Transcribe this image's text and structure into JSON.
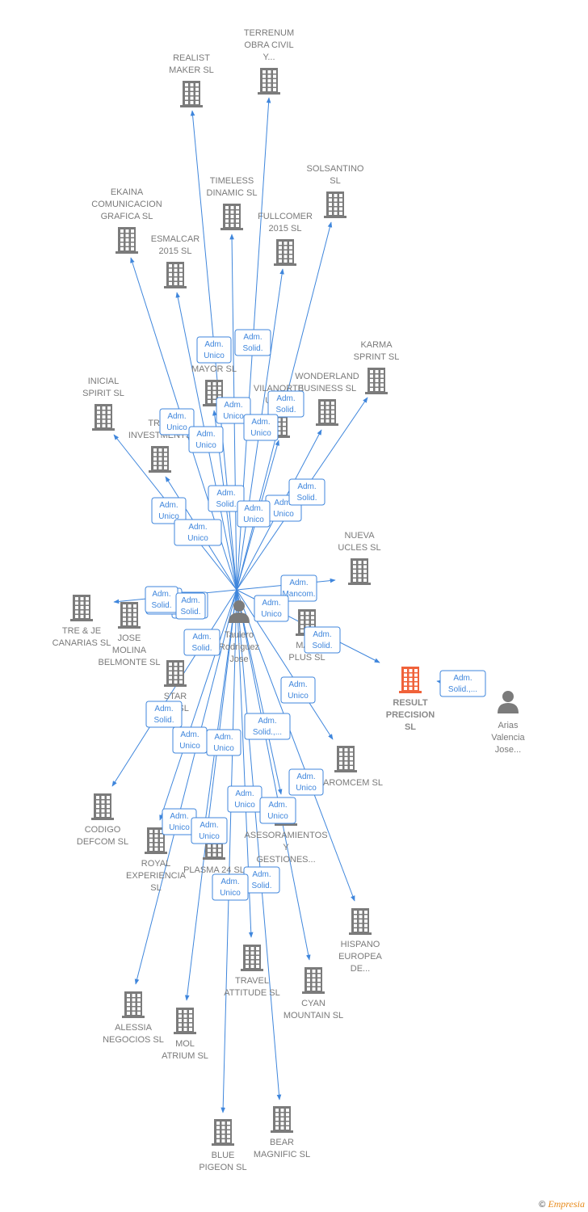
{
  "colors": {
    "edge": "#3f86dc",
    "building": "#7b7b7b",
    "focus": "#f0623a",
    "person": "#7b7b7b"
  },
  "footer": {
    "copyright": "©",
    "brand": "Empresia"
  },
  "nodes": [
    {
      "id": "terrenum",
      "type": "building",
      "lines": [
        "TERRENUM",
        "OBRA CIVIL",
        "Y..."
      ]
    },
    {
      "id": "realist",
      "type": "building",
      "lines": [
        "REALIST",
        "MAKER  SL"
      ]
    },
    {
      "id": "solsantino",
      "type": "building",
      "lines": [
        "SOLSANTINO",
        "SL"
      ]
    },
    {
      "id": "timeless",
      "type": "building",
      "lines": [
        "TIMELESS",
        "DINAMIC  SL"
      ]
    },
    {
      "id": "ekaina",
      "type": "building",
      "lines": [
        "EKAINA",
        "COMUNICACION",
        "GRAFICA  SL"
      ]
    },
    {
      "id": "fullcomer",
      "type": "building",
      "lines": [
        "FULLCOMER",
        "2015  SL"
      ]
    },
    {
      "id": "esmalcar",
      "type": "building",
      "lines": [
        "ESMALCAR",
        "2015  SL"
      ]
    },
    {
      "id": "karma",
      "type": "building",
      "lines": [
        "KARMA",
        "SPRINT  SL"
      ]
    },
    {
      "id": "mayor",
      "type": "building",
      "lines": [
        "MAYOR  SL"
      ]
    },
    {
      "id": "wonderland",
      "type": "building",
      "lines": [
        "WONDERLAND",
        "BUSINESS  SL"
      ]
    },
    {
      "id": "vilanorte",
      "type": "building",
      "lines": [
        "VILANORTE",
        "UNO..."
      ]
    },
    {
      "id": "inicial",
      "type": "building",
      "lines": [
        "INICIAL",
        "SPIRIT  SL"
      ]
    },
    {
      "id": "trex",
      "type": "building",
      "lines": [
        "TREX",
        "INVESTMENTS"
      ]
    },
    {
      "id": "nueva",
      "type": "building",
      "lines": [
        "NUEVA",
        "UCLES  SL"
      ]
    },
    {
      "id": "trejecanarias",
      "type": "building",
      "lines": [
        "TRE & JE",
        "CANARIAS  SL"
      ]
    },
    {
      "id": "josemolina",
      "type": "building",
      "lines": [
        "JOSE",
        "MOLINA",
        "BELMONTE  SL"
      ]
    },
    {
      "id": "mainplus",
      "type": "building",
      "lines": [
        "MAIN",
        "PLUS  SL"
      ]
    },
    {
      "id": "result",
      "type": "focus",
      "lines": [
        "RESULT",
        "PRECISION",
        "SL"
      ]
    },
    {
      "id": "arias",
      "type": "person",
      "lines": [
        "Arias",
        "Valencia",
        "Jose..."
      ]
    },
    {
      "id": "taulero",
      "type": "person",
      "lines": [
        "Taulero",
        "Rodriguez",
        "Jose"
      ]
    },
    {
      "id": "star",
      "type": "building",
      "lines": [
        "STAR",
        "...N  SL"
      ]
    },
    {
      "id": "aromcem",
      "type": "building",
      "lines": [
        "AROMCEM SL"
      ]
    },
    {
      "id": "codigo",
      "type": "building",
      "lines": [
        "CODIGO",
        "DEFCOM  SL"
      ]
    },
    {
      "id": "royal",
      "type": "building",
      "lines": [
        "ROYAL",
        "EXPERIENCIA",
        "SL"
      ]
    },
    {
      "id": "plasma",
      "type": "building",
      "lines": [
        "PLASMA 24 SL"
      ]
    },
    {
      "id": "asesoramientos",
      "type": "building",
      "lines": [
        "ASESORAMIENTOS",
        "Y",
        "GESTIONES..."
      ]
    },
    {
      "id": "hispano",
      "type": "building",
      "lines": [
        "HISPANO",
        "EUROPEA",
        "DE..."
      ]
    },
    {
      "id": "travel",
      "type": "building",
      "lines": [
        "TRAVEL",
        "ATTITUDE  SL"
      ]
    },
    {
      "id": "cyan",
      "type": "building",
      "lines": [
        "CYAN",
        "MOUNTAIN  SL"
      ]
    },
    {
      "id": "alessia",
      "type": "building",
      "lines": [
        "ALESSIA",
        "NEGOCIOS  SL"
      ]
    },
    {
      "id": "molatrium",
      "type": "building",
      "lines": [
        "MOL",
        "ATRIUM  SL"
      ]
    },
    {
      "id": "bluepigeon",
      "type": "building",
      "lines": [
        "BLUE",
        "PIGEON  SL"
      ]
    },
    {
      "id": "bearmagnific",
      "type": "building",
      "lines": [
        "BEAR",
        "MAGNIFIC  SL"
      ]
    }
  ],
  "edges": [
    {
      "from": "taulero",
      "to": "terrenum"
    },
    {
      "from": "taulero",
      "to": "realist"
    },
    {
      "from": "taulero",
      "to": "solsantino"
    },
    {
      "from": "taulero",
      "to": "timeless"
    },
    {
      "from": "taulero",
      "to": "ekaina"
    },
    {
      "from": "taulero",
      "to": "fullcomer"
    },
    {
      "from": "taulero",
      "to": "esmalcar"
    },
    {
      "from": "taulero",
      "to": "karma"
    },
    {
      "from": "taulero",
      "to": "mayor"
    },
    {
      "from": "taulero",
      "to": "wonderland"
    },
    {
      "from": "taulero",
      "to": "vilanorte"
    },
    {
      "from": "taulero",
      "to": "inicial"
    },
    {
      "from": "taulero",
      "to": "trex"
    },
    {
      "from": "taulero",
      "to": "nueva"
    },
    {
      "from": "taulero",
      "to": "trejecanarias"
    },
    {
      "from": "taulero",
      "to": "result"
    },
    {
      "from": "taulero",
      "to": "aromcem"
    },
    {
      "from": "taulero",
      "to": "codigo"
    },
    {
      "from": "taulero",
      "to": "royal"
    },
    {
      "from": "taulero",
      "to": "plasma"
    },
    {
      "from": "taulero",
      "to": "asesoramientos"
    },
    {
      "from": "taulero",
      "to": "hispano"
    },
    {
      "from": "taulero",
      "to": "travel"
    },
    {
      "from": "taulero",
      "to": "cyan"
    },
    {
      "from": "taulero",
      "to": "alessia"
    },
    {
      "from": "taulero",
      "to": "molatrium"
    },
    {
      "from": "taulero",
      "to": "bluepigeon"
    },
    {
      "from": "taulero",
      "to": "bearmagnific"
    },
    {
      "from": "arias",
      "to": "result"
    }
  ],
  "roles": [
    [
      "Adm.",
      "Unico"
    ],
    [
      "Adm.",
      "Solid."
    ],
    [
      "Adm.",
      "Unico"
    ],
    [
      "Adm.",
      "Solid."
    ],
    [
      "Adm.",
      "Unico"
    ],
    [
      "Adm.",
      "Unico"
    ],
    [
      "Adm.",
      "Unico"
    ],
    [
      "Adm.",
      "Unico"
    ],
    [
      "Adm.",
      "Solid."
    ],
    [
      "Adm.",
      "Unico"
    ],
    [
      "Adm.",
      "Unico"
    ],
    [
      "Adm.",
      "Solid."
    ],
    [
      "Adm.",
      "Unico"
    ],
    [
      "Adm.",
      "Mancom."
    ],
    [
      "Adm.",
      "Solid."
    ],
    [
      "Adm.",
      "Unico"
    ],
    [
      "Adm.",
      "Solid."
    ],
    [
      "Adm.",
      "Solid."
    ],
    [
      "Adm.",
      "Unico"
    ],
    [
      "Adm.",
      "Solid."
    ],
    [
      "Adm.",
      "Solid.,..."
    ],
    [
      "Adm.",
      "Unico"
    ],
    [
      "Adm.",
      "Solid.,..."
    ],
    [
      "Adm.",
      "Unico"
    ],
    [
      "Adm.",
      "Unico"
    ],
    [
      "Adm.",
      "Unico"
    ],
    [
      "Adm.",
      "Unico"
    ],
    [
      "Adm.",
      "Unico"
    ],
    [
      "Adm.",
      "Unico"
    ],
    [
      "Adm.",
      "Solid."
    ],
    [
      "Adm.",
      "Unico"
    ],
    [
      "Adm.",
      "Unico"
    ],
    [
      "Adm.",
      "Solid."
    ],
    [
      "Adm.",
      "Solid."
    ]
  ]
}
